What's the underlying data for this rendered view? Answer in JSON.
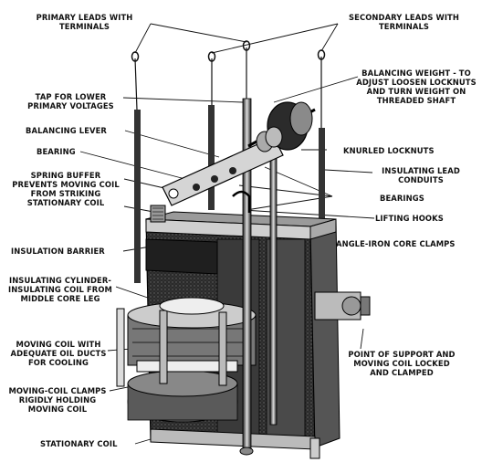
{
  "diagram": {
    "labels": {
      "primary_leads": "PRIMARY LEADS WITH\nTERMINALS",
      "secondary_leads": "SECONDARY LEADS WITH\nTERMINALS",
      "balancing_weight": "BALANCING WEIGHT - TO\nADJUST LOOSEN LOCKNUTS\nAND TURN WEIGHT ON\nTHREADED SHAFT",
      "tap_lower_primary": "TAP FOR LOWER\nPRIMARY VOLTAGES",
      "balancing_lever": "BALANCING LEVER",
      "bearing": "BEARING",
      "knurled_locknuts": "KNURLED LOCKNUTS",
      "spring_buffer": "SPRING BUFFER\nPREVENTS MOVING COIL\nFROM STRIKING\nSTATIONARY COIL",
      "insulating_lead_conduits": "INSULATING LEAD\nCONDUITS",
      "bearings": "BEARINGS",
      "lifting_hooks": "LIFTING HOOKS",
      "insulation_barrier": "INSULATION BARRIER",
      "angle_iron_core_clamps": "ANGLE-IRON CORE CLAMPS",
      "insulating_cylinder": "INSULATING CYLINDER-\nINSULATING COIL FROM\nMIDDLE CORE LEG",
      "moving_coil": "MOVING COIL WITH\nADEQUATE OIL DUCTS\nFOR COOLING",
      "point_of_support": "POINT OF SUPPORT AND\nMOVING COIL LOCKED\nAND CLAMPED",
      "moving_coil_clamps": "MOVING-COIL CLAMPS\nRIGIDLY HOLDING\nMOVING COIL",
      "stationary_coil": "STATIONARY COIL"
    }
  }
}
